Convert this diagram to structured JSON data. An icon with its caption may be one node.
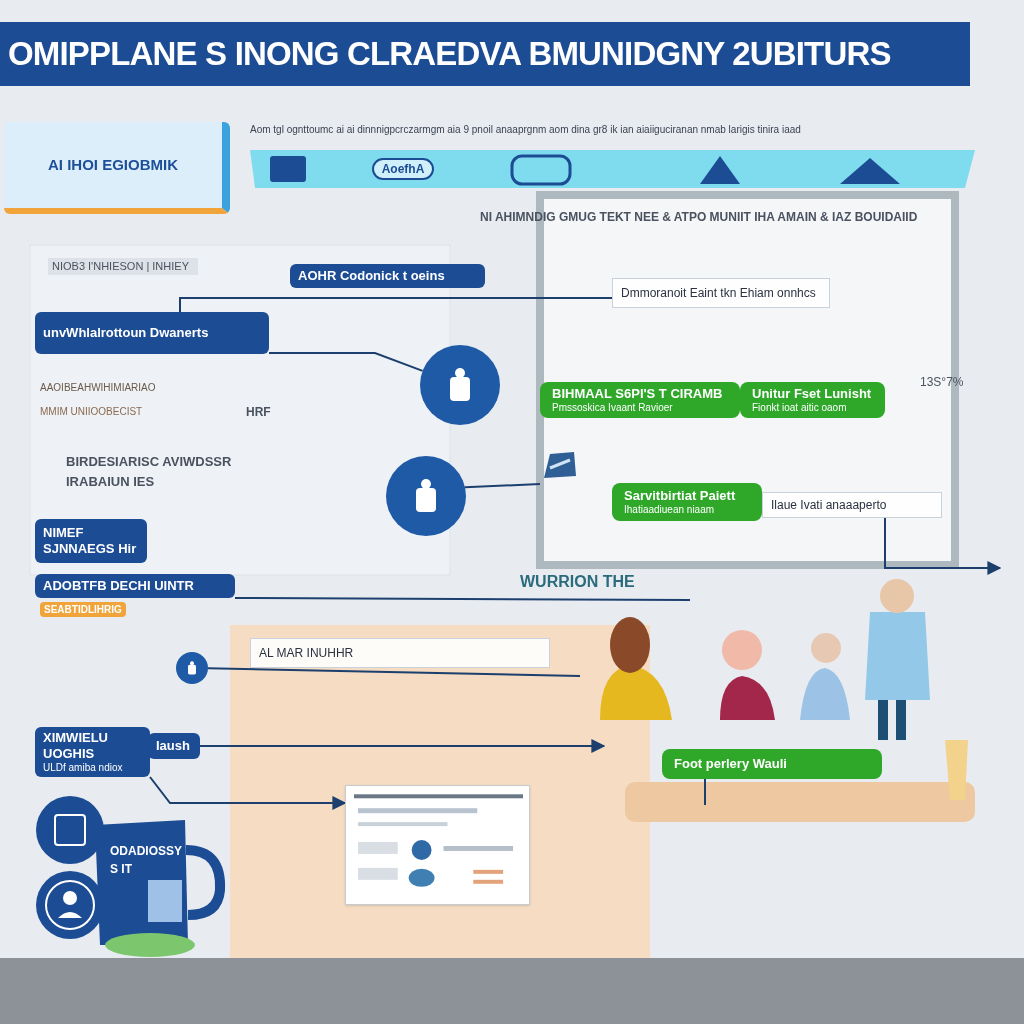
{
  "diagram": {
    "title": "OMIPPLANE S INONG CLRAEDVA BMUNIDGNY 2UBITURS",
    "nodes": [
      {
        "text": [
          "AI IHOI EGIOBMIK"
        ]
      },
      {
        "text": [
          "AOHR Codonick t oeins"
        ]
      },
      {
        "text": [
          "Dmmoranoit Eaint tkn Ehiam onnhcs"
        ]
      },
      {
        "text": [
          "unvWhlalrottoun Dwanerts"
        ]
      },
      {
        "text": [],
        "shape": "circle"
      },
      {
        "text": [
          "BIHMAAL S6PI'S T CIRAMB",
          "Pmssoskica Ivaant Ravioer"
        ]
      },
      {
        "text": [
          "Unitur Fset Lunisht",
          "Fionkt ioat aitic oaom"
        ]
      },
      {
        "text": [],
        "shape": "circle"
      },
      {
        "text": [],
        "shape": "picture"
      },
      {
        "text": [
          "Sarvitbirtiat Paiett",
          "Ihatiaadiuean niaam"
        ]
      },
      {
        "text": [
          "Ilaue Ivati anaaaperto"
        ]
      },
      {
        "text": [
          "NIMEF SJNNAEGS Hir"
        ]
      },
      {
        "text": [
          "ADOBTFB DECHI UINTR"
        ],
        "beside": [
          "SEABTIDLIHRIG"
        ]
      },
      {
        "text": [
          "WURRION THE"
        ]
      },
      {
        "text": [
          "AL MAR INUHHR"
        ]
      },
      {
        "text": [],
        "shape": "circle"
      },
      {
        "text": [
          "XIMWIELU UOGHIS",
          "ULDf amiba ndiox"
        ]
      },
      {
        "text": [
          "Iaush"
        ]
      },
      {
        "text": [],
        "shape": "picture"
      },
      {
        "text": [
          "Foot perlery Wauli"
        ]
      }
    ],
    "edges": [
      {
        "from": 3,
        "to": 2,
        "arrow": "none"
      },
      {
        "from": 3,
        "to": 4,
        "arrow": "none"
      },
      {
        "from": 7,
        "to": 8,
        "arrow": "none"
      },
      {
        "from": 12,
        "to": null,
        "arrow": "none"
      },
      {
        "from": 15,
        "to": null,
        "arrow": "none"
      },
      {
        "from": 17,
        "to": null,
        "arrow": "to"
      },
      {
        "from": 16,
        "to": 18,
        "arrow": "to"
      },
      {
        "from": 10,
        "to": null,
        "arrow": "to"
      },
      {
        "from": 19,
        "to": null,
        "arrow": "none"
      }
    ],
    "labels": [
      "Aom tgl ognttoumc ai ai dinnnigpcrczarmgm aia 9 pnoil anaaprgnm aom dina gr8 ik ian aiaiiguciranan nmab larigis tinira iaad",
      "NIOB3 I'NHIESON | INHIEY",
      "NI AHIMNDIG GMUG TEKT NEE & ATPO MUNIIT IHA AMAIN & IAZ BOUIDAIID",
      "AAOIBEAHWIHIMIARIAO",
      "MMIM UNIIOOBECIST",
      "HRF",
      "BIRDESIARISC AVIWDSSR IRABAIUN IES",
      "13S°7%",
      "ODADIOSSY S IT",
      "AoefhA"
    ]
  }
}
